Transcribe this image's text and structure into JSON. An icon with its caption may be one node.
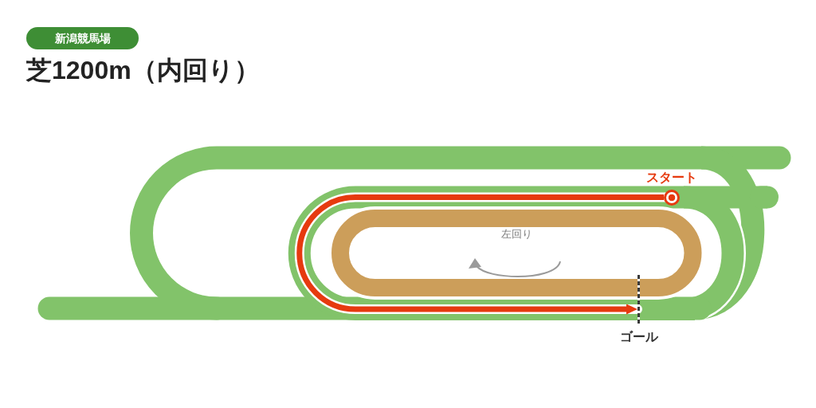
{
  "diagram": {
    "title": "芝1200m（内回り）",
    "nodes": [
      {
        "text": [
          "新潟競馬場"
        ]
      },
      {
        "text": [],
        "shape": "circle",
        "beside": [
          "スタート"
        ]
      },
      {
        "text": [],
        "shape": "bar",
        "beside": [
          "ゴール"
        ]
      }
    ],
    "edges": [
      {
        "from": 1,
        "to": 2,
        "arrow": "to"
      }
    ],
    "labels": [
      "左回り"
    ]
  }
}
